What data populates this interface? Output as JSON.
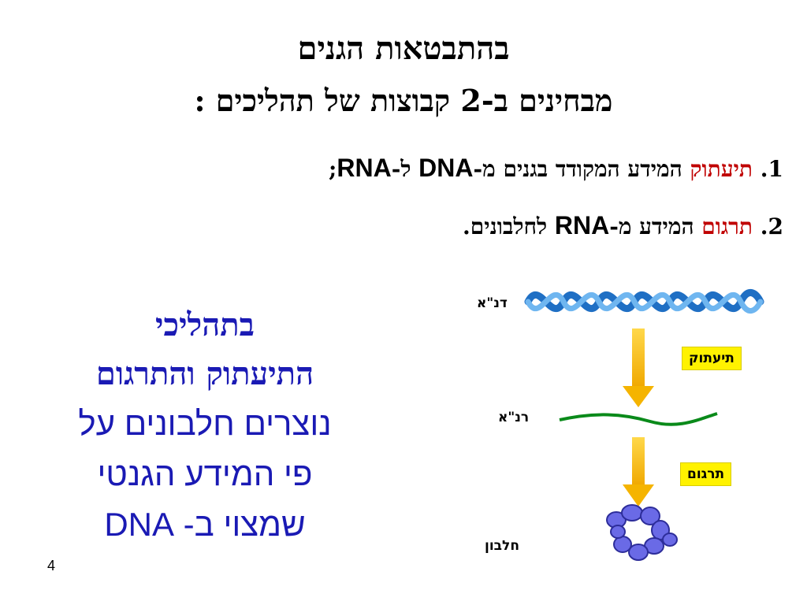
{
  "title": {
    "line1": "בהתבטאות הגנים",
    "line2": "מבחינים ב-2 קבוצות של תהליכים :"
  },
  "points": [
    {
      "num": "1.",
      "highlight": "תיעתוק",
      "text_a": "המידע המקודד בגנים מ-",
      "latin_a": "DNA",
      "text_b": "ל-",
      "latin_b": "RNA",
      "text_c": ";"
    },
    {
      "num": "2.",
      "highlight": "תרגום",
      "text_a": "המידע מ-",
      "latin_a": "RNA",
      "text_b": "לחלבונים."
    }
  ],
  "blue_block": {
    "line1": "בתהליכי",
    "line2": "התיעתוק והתרגום",
    "line3": "נוצרים חלבונים על",
    "line4": "פי המידע הגנטי",
    "line5": "שמצוי ב- DNA"
  },
  "diagram": {
    "dna_label": "דנ\"א",
    "rna_label": "רנ\"א",
    "protein_label": "חלבון",
    "transcription_box": "תיעתוק",
    "translation_box": "תרגום"
  },
  "colors": {
    "highlight_red": "#c00000",
    "blue_text": "#1a1ab4",
    "box_yellow": "#fff200",
    "arrow": "#f5b400",
    "dna_blue": "#1f6fc4",
    "rna_green": "#0a8a1a",
    "protein": "#6a6ae6"
  },
  "page_number": "4"
}
